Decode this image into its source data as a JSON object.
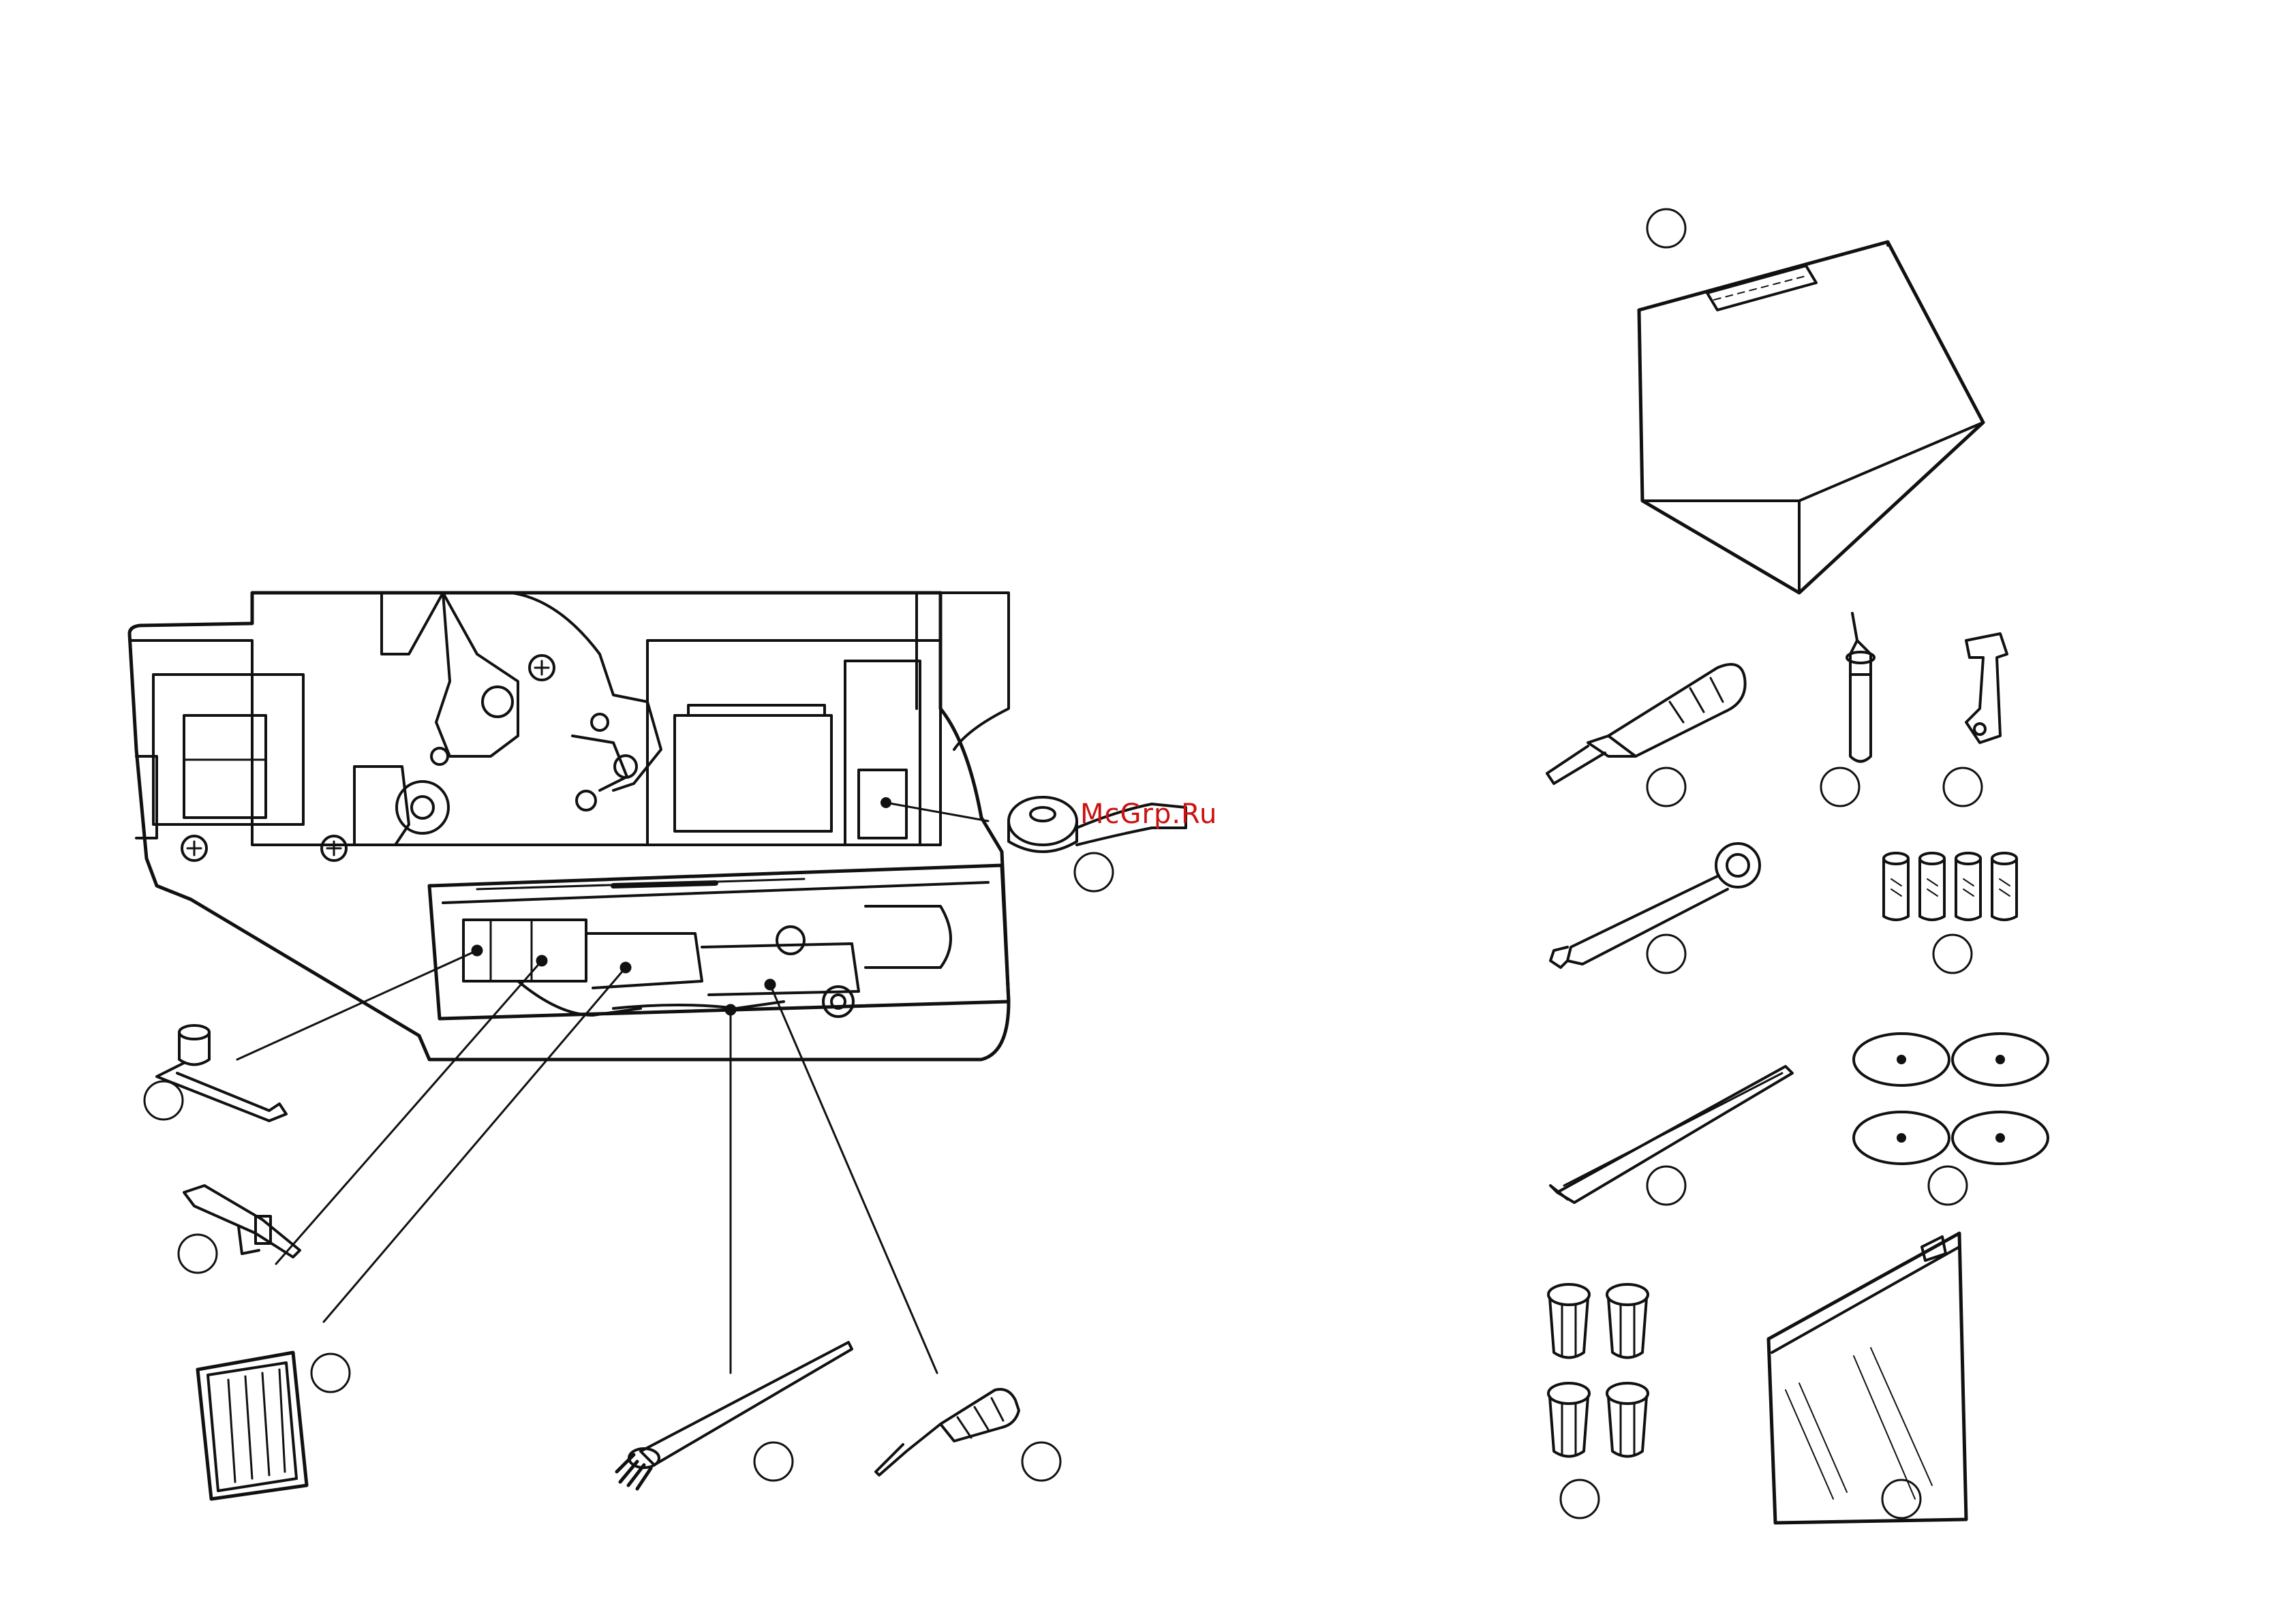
{
  "watermark": {
    "text": "McGrp.Ru",
    "color": "#cc1111"
  },
  "colors": {
    "line": "#111111",
    "paper": "#ffffff",
    "shade": "#dcdcdc"
  },
  "callouts": [
    {
      "id": "accessory-case",
      "label": ""
    },
    {
      "id": "screwdriver-large",
      "label": ""
    },
    {
      "id": "oil-bottle",
      "label": ""
    },
    {
      "id": "looper-hook",
      "label": ""
    },
    {
      "id": "wrench",
      "label": ""
    },
    {
      "id": "spool-caps",
      "label": ""
    },
    {
      "id": "tweezers",
      "label": ""
    },
    {
      "id": "spool-discs",
      "label": ""
    },
    {
      "id": "spool-holders",
      "label": ""
    },
    {
      "id": "vinyl-pouch",
      "label": ""
    },
    {
      "id": "tape-measure",
      "label": ""
    },
    {
      "id": "thread-guide-knob",
      "label": ""
    },
    {
      "id": "chain-stitch-plate",
      "label": ""
    },
    {
      "id": "needle-pack",
      "label": ""
    },
    {
      "id": "lint-brush",
      "label": ""
    },
    {
      "id": "screwdriver-small",
      "label": ""
    }
  ]
}
